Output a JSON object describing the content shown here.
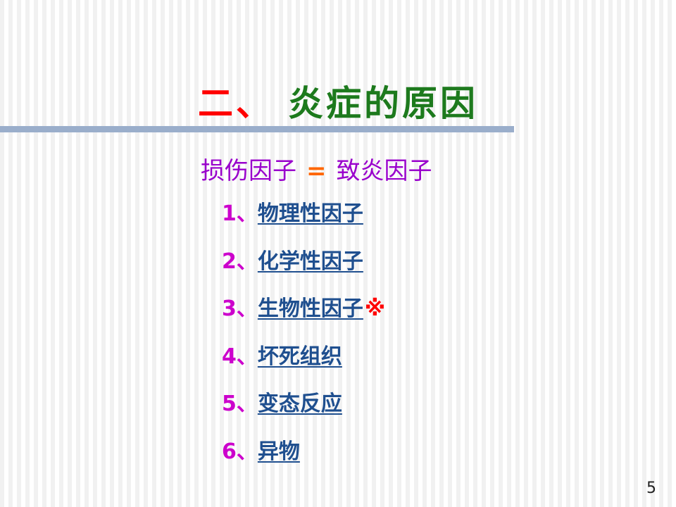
{
  "slide": {
    "title": {
      "number": "二、",
      "text": "炎症的原因"
    },
    "equation": {
      "left": "损伤因子",
      "sign": "=",
      "right": "致炎因子"
    },
    "factors": [
      {
        "number": "1、",
        "label": "物理性因子",
        "mark": ""
      },
      {
        "number": "2、",
        "label": "化学性因子",
        "mark": ""
      },
      {
        "number": "3、",
        "label": "生物性因子",
        "mark": "※"
      },
      {
        "number": "4、",
        "label": "坏死组织",
        "mark": ""
      },
      {
        "number": "5、",
        "label": "变态反应",
        "mark": ""
      },
      {
        "number": "6、",
        "label": "异物",
        "mark": ""
      }
    ],
    "page_number": "5"
  },
  "colors": {
    "title_number": "#ff0000",
    "title_text": "#1d7a1d",
    "equation_text": "#9900cc",
    "equation_sign": "#ff6600",
    "list_number": "#cc00cc",
    "list_link": "#1f4f8f",
    "mark": "#ff0000",
    "divider": "#9aaecb"
  }
}
